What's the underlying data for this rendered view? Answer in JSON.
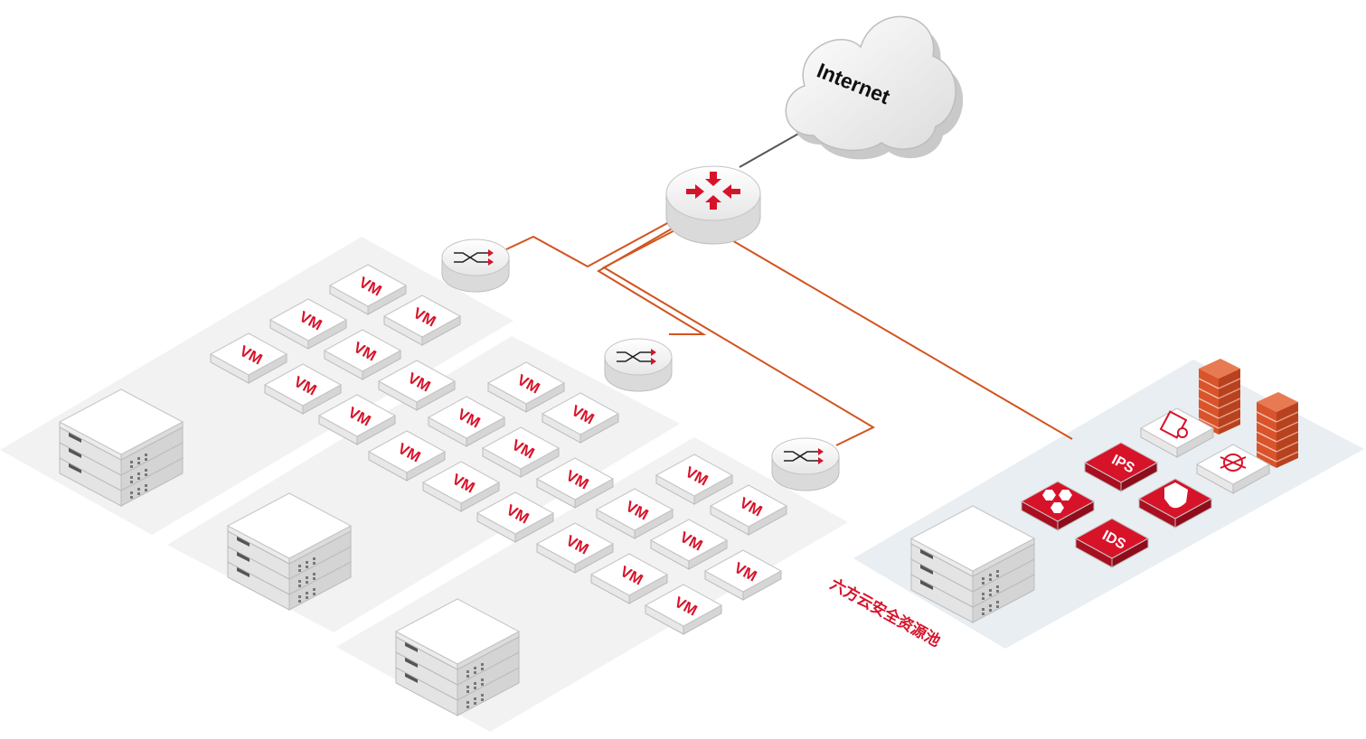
{
  "cloud": {
    "label": "Internet"
  },
  "vm_label": "VM",
  "pool_label": "六方云安全资源池",
  "security": {
    "ips_label": "IPS",
    "ids_label": "IDS"
  },
  "colors": {
    "accent": "#d7132a",
    "link": "#d2541e",
    "brick": "#d9532b",
    "panel": "#f2f2f2",
    "pool_panel": "#e8edf1",
    "device_top": "#ffffff",
    "device_side": "#d0d0d0"
  },
  "clusters": [
    {
      "name": "cluster-1",
      "vm_count": 8
    },
    {
      "name": "cluster-2",
      "vm_count": 8
    },
    {
      "name": "cluster-3",
      "vm_count": 8
    }
  ]
}
